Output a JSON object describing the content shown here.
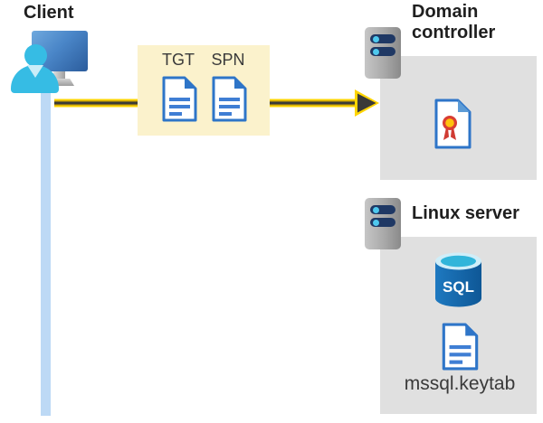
{
  "diagram_title": "Kerberos client to Domain controller and Linux server flow",
  "colors": {
    "ticket_box_yellow": "#fbf2cc",
    "arrow_yellow": "#ffd500",
    "arrow_gold": "#c7a008",
    "arrow_dark": "#3a3a38",
    "node_box_gray": "#e0e0e0",
    "client_line_blue": "#bdd9f5",
    "document_blue": "#2e75c8",
    "server_slot_navy": "#1f3864",
    "server_dot_cyan": "#4ec8ee",
    "person_cyan": "#36bce4",
    "certificate_red": "#d03b33",
    "certificate_gold": "#ffc20e",
    "sql_body_blue": "#1465a8",
    "sql_top_cyan": "#31b5da",
    "title_text": "#1f1f1f",
    "label_text": "#3a3a3a"
  },
  "client": {
    "label": "Client",
    "icons": [
      "user-icon",
      "monitor-icon"
    ]
  },
  "request": {
    "items": [
      {
        "label": "TGT",
        "icon": "document-icon"
      },
      {
        "label": "SPN",
        "icon": "document-icon"
      }
    ]
  },
  "domain_controller": {
    "label": "Domain controller",
    "icons": [
      "server-icon",
      "certificate-icon"
    ]
  },
  "linux_server": {
    "label": "Linux server",
    "icons": [
      "server-icon",
      "sql-database-icon",
      "document-icon"
    ],
    "sql_text": "SQL",
    "keytab_label": "mssql.keytab"
  }
}
